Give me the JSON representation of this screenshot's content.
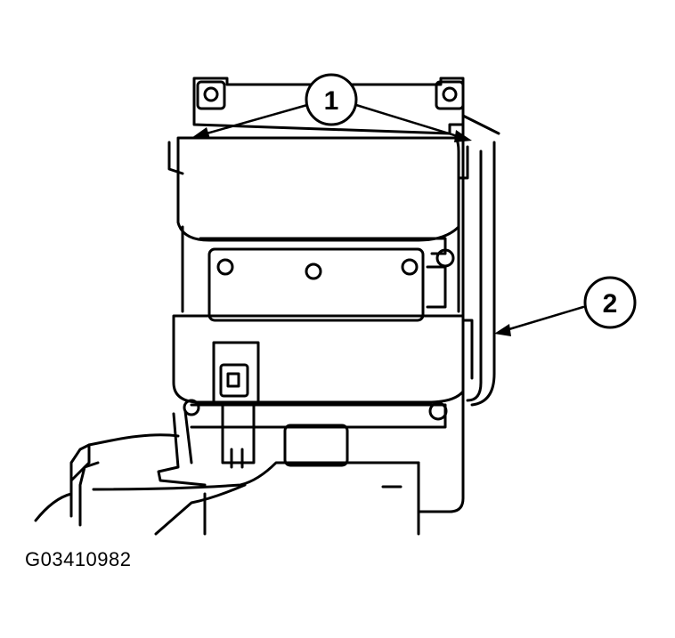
{
  "figure": {
    "code": "G03410982"
  },
  "callouts": [
    {
      "number": "1",
      "points_to": "mounting-bolts"
    },
    {
      "number": "2",
      "points_to": "bracket"
    }
  ],
  "colors": {
    "ink": "#000000",
    "paper": "#ffffff"
  }
}
